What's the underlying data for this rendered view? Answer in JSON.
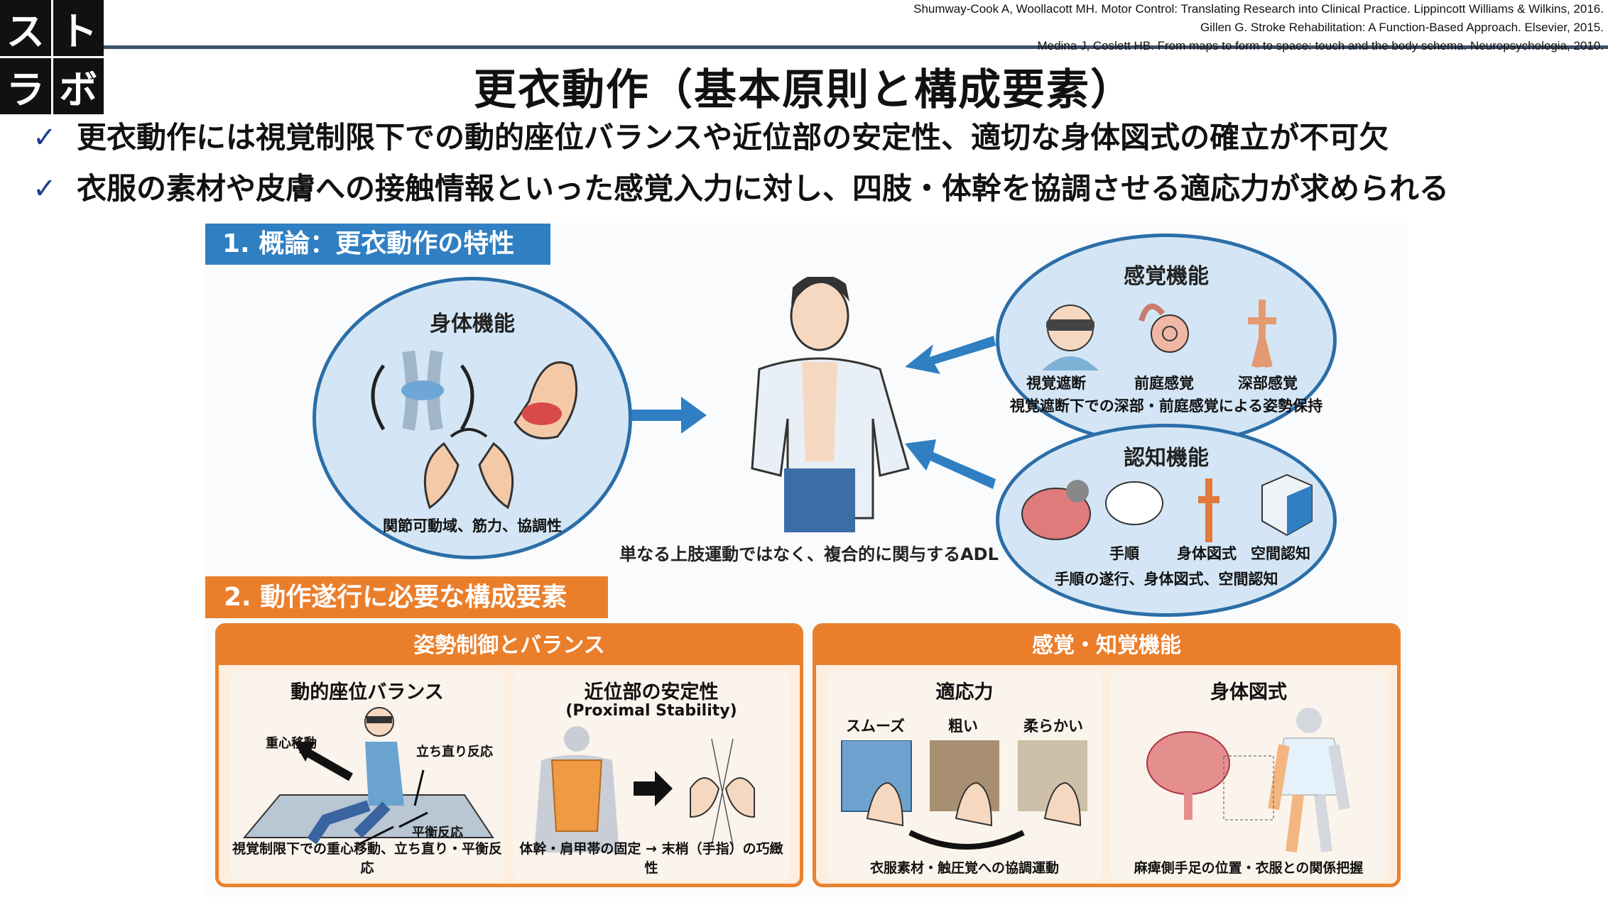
{
  "logo": {
    "chars": [
      "ス",
      "ト",
      "ラ",
      "ボ"
    ]
  },
  "references": [
    "Shumway-Cook A, Woollacott MH. Motor Control: Translating Research into Clinical Practice. Lippincott Williams & Wilkins, 2016.",
    "Gillen G. Stroke Rehabilitation: A Function-Based Approach. Elsevier, 2015.",
    "Medina J, Coslett HB. From maps to form to space: touch and the body schema. Neuropsychologia, 2010."
  ],
  "title": "更衣動作（基本原則と構成要素）",
  "bullets": [
    {
      "icon": "check-icon",
      "text": "更衣動作には視覚制限下での動的座位バランスや近位部の安定性、適切な身体図式の確立が不可欠"
    },
    {
      "icon": "check-icon",
      "text": "衣服の素材や皮膚への接触情報といった感覚入力に対し、四肢・体幹を協調させる適応力が求められる"
    }
  ],
  "section1": {
    "header": "1. 概論：更衣動作の特性",
    "physical": {
      "title": "身体機能",
      "caption": "関節可動域、筋力、協調性"
    },
    "center_caption": "単なる上肢運動ではなく、複合的に関与するADL",
    "sensory": {
      "title": "感覚機能",
      "items": [
        "視覚遮断",
        "前庭感覚",
        "深部感覚"
      ],
      "caption": "視覚遮断下での深部・前庭感覚による姿勢保持"
    },
    "cognitive": {
      "title": "認知機能",
      "items": [
        "手順",
        "身体図式",
        "空間認知"
      ],
      "caption": "手順の遂行、身体図式、空間認知"
    }
  },
  "section2": {
    "header": "2. 動作遂行に必要な構成要素",
    "panels": [
      {
        "title": "姿勢制御とバランス",
        "cards": [
          {
            "title": "動的座位バランス",
            "labels": [
              "重心移動",
              "立ち直り反応",
              "平衡反応"
            ],
            "caption": "視覚制限下での重心移動、立ち直り・平衡反応"
          },
          {
            "title": "近位部の安定性",
            "subtitle": "(Proximal Stability)",
            "caption": "体幹・肩甲帯の固定 → 末梢（手指）の巧緻性"
          }
        ]
      },
      {
        "title": "感覚・知覚機能",
        "cards": [
          {
            "title": "適応力",
            "labels": [
              "スムーズ",
              "粗い",
              "柔らかい"
            ],
            "caption": "衣服素材・触圧覚への協調運動"
          },
          {
            "title": "身体図式",
            "caption": "麻痺側手足の位置・衣服との関係把握"
          }
        ]
      }
    ]
  },
  "colors": {
    "blue": "#2f7fc2",
    "orange": "#ea7e2b",
    "rule": "#3d5068",
    "check": "#1f3f8f"
  }
}
